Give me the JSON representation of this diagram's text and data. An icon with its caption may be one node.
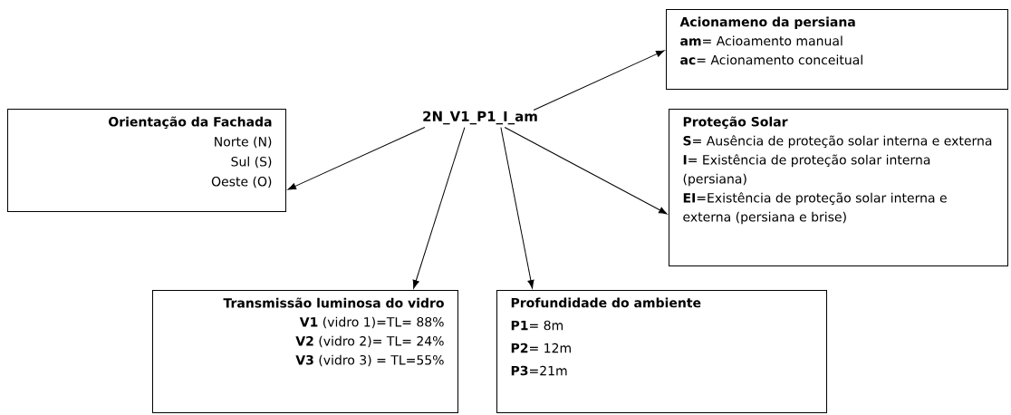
{
  "diagram": {
    "nodes": [
      {
        "text": [
          "2N_V1_P1_I_am"
        ]
      },
      {
        "text": [
          "Acionameno da persiana",
          "**am**= Acioamento manual",
          "**ac**= Acionamento conceitual"
        ]
      },
      {
        "text": [
          "Orientação da Fachada",
          "Norte (N)",
          "Sul (S)",
          "Oeste (O)"
        ]
      },
      {
        "text": [
          "Proteção Solar",
          "**S**= Ausência de proteção solar interna e externa",
          "**I**= Existência de proteção solar interna (persiana)",
          "**EI**=Existência de proteção solar interna e externa (persiana e brise)"
        ]
      },
      {
        "text": [
          "Transmissão luminosa do vidro",
          "**V1** (vidro 1)=TL= 88%",
          "**V2** (vidro 2)= TL= 24%",
          "**V3** (vidro 3) = TL=55%"
        ]
      },
      {
        "text": [
          "Profundidade do ambiente",
          "**P1**= 8m",
          "**P2**= 12m",
          "**P3**=21m"
        ]
      }
    ],
    "edges": [
      {
        "from": 0,
        "to": 1,
        "arrow": "to"
      },
      {
        "from": 0,
        "to": 2,
        "arrow": "to"
      },
      {
        "from": 0,
        "to": 3,
        "arrow": "to"
      },
      {
        "from": 0,
        "to": 4,
        "arrow": "to"
      },
      {
        "from": 0,
        "to": 5,
        "arrow": "to"
      }
    ]
  }
}
